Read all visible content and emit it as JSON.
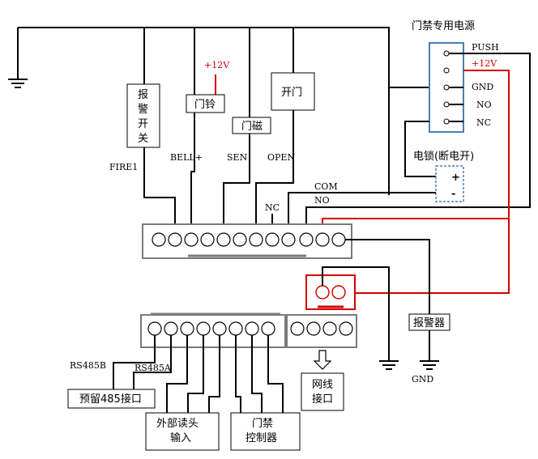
{
  "power_supply": {
    "title": "门禁专用电源",
    "terminals": [
      "PUSH",
      "+12V",
      "GND",
      "NO",
      "NC"
    ]
  },
  "lock": {
    "label": "电锁(断电开)",
    "plus": "+",
    "minus": "-"
  },
  "devices": {
    "alarm_switch": [
      "报",
      "警",
      "开",
      "关"
    ],
    "bell": "门铃",
    "bell_voltage": "+12V",
    "door_sensor": "门磁",
    "open_button": "开门",
    "alarm": "报警器",
    "network_port": [
      "网线",
      "接口"
    ],
    "rs485_port": "预留485接口",
    "reader_input": [
      "外部读头",
      "输入"
    ],
    "controller": [
      "门禁",
      "控制器"
    ]
  },
  "wire_labels": {
    "fire": "FIRE1",
    "bell": "BELL+",
    "sen": "SEN",
    "open": "OPEN",
    "nc": "NC",
    "com": "COM",
    "no": "NO",
    "rs485b": "RS485B",
    "rs485a": "RS485A",
    "gnd": "GND"
  },
  "colors": {
    "wire": "#000000",
    "power_wire": "#d40000",
    "power_box": "#4a7fb0"
  }
}
